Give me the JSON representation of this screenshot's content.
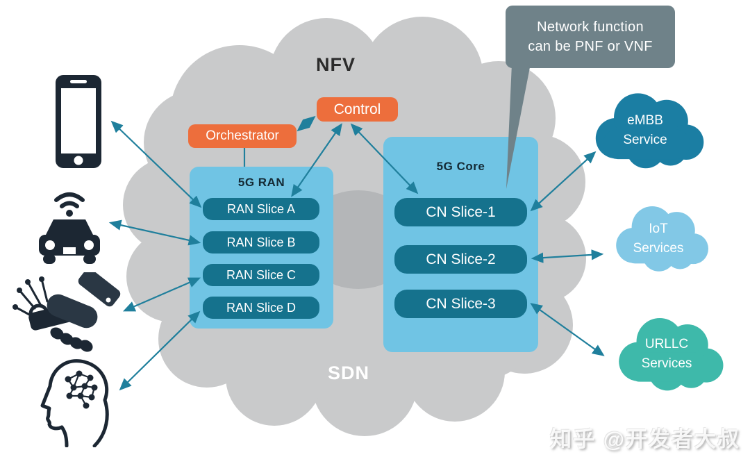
{
  "cloud": {
    "nfv": "NFV",
    "sdn": "SDN"
  },
  "callout": {
    "line1": "Network function",
    "line2": "can be PNF or VNF"
  },
  "nfv_controls": {
    "orchestrator": "Orchestrator",
    "control": "Control"
  },
  "ran_panel": {
    "title": "5G RAN",
    "slices": [
      "RAN Slice A",
      "RAN Slice B",
      "RAN Slice C",
      "RAN Slice D"
    ]
  },
  "core_panel": {
    "title": "5G Core",
    "slices": [
      "CN Slice-1",
      "CN Slice-2",
      "CN Slice-3"
    ]
  },
  "service_clouds": [
    {
      "line1": "eMBB",
      "line2": "Service",
      "color": "#1b7ea3"
    },
    {
      "line1": "IoT",
      "line2": "Services",
      "color": "#82c8e6"
    },
    {
      "line1": "URLLC",
      "line2": "Services",
      "color": "#3eb9aa"
    }
  ],
  "device_icons": [
    "smartphone",
    "connected-car",
    "human-robot-handshake",
    "ai-brain-head"
  ],
  "watermark": {
    "text": "知乎 @开发者大叔"
  },
  "colors": {
    "background": "#ffffff",
    "cloud_gray": "#c9cacb",
    "cloud_overlap_gray": "#b4b6b8",
    "panel_blue": "#70c4e4",
    "slice_teal": "#15728d",
    "accent_orange": "#ed6e3c",
    "arrow_teal": "#1f7f9c",
    "callout_gray": "#6f8289",
    "icon_dark": "#1c2733",
    "embb_cloud": "#1b7ea3",
    "iot_cloud": "#82c8e6",
    "urllc_cloud": "#3eb9aa"
  }
}
